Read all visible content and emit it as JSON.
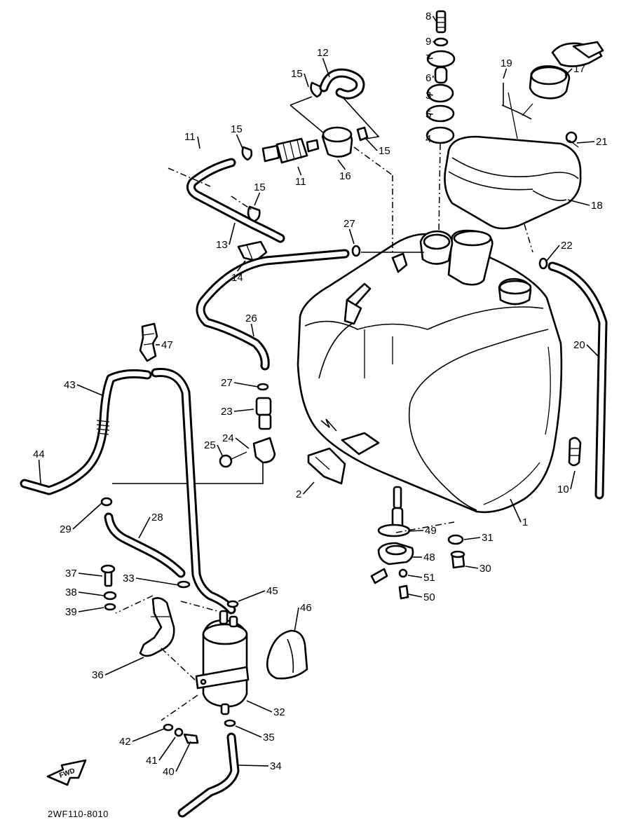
{
  "diagram": {
    "drawing_code": "2WF110-8010",
    "front_arrow_label": "FWD",
    "callouts": [
      {
        "id": "c8",
        "label": "8"
      },
      {
        "id": "c9",
        "label": "9"
      },
      {
        "id": "c7",
        "label": "7"
      },
      {
        "id": "c6",
        "label": "6"
      },
      {
        "id": "c3",
        "label": "3"
      },
      {
        "id": "c5",
        "label": "5"
      },
      {
        "id": "c4",
        "label": "4"
      },
      {
        "id": "c19",
        "label": "19"
      },
      {
        "id": "c17",
        "label": "17"
      },
      {
        "id": "c21",
        "label": "21"
      },
      {
        "id": "c18",
        "label": "18"
      },
      {
        "id": "c12",
        "label": "12"
      },
      {
        "id": "c15a",
        "label": "15"
      },
      {
        "id": "c15b",
        "label": "15"
      },
      {
        "id": "c15c",
        "label": "15"
      },
      {
        "id": "c15d",
        "label": "15"
      },
      {
        "id": "c11a",
        "label": "11"
      },
      {
        "id": "c11b",
        "label": "11"
      },
      {
        "id": "c16",
        "label": "16"
      },
      {
        "id": "c13",
        "label": "13"
      },
      {
        "id": "c14",
        "label": "14"
      },
      {
        "id": "c27a",
        "label": "27"
      },
      {
        "id": "c22",
        "label": "22"
      },
      {
        "id": "c26",
        "label": "26"
      },
      {
        "id": "c20",
        "label": "20"
      },
      {
        "id": "c47",
        "label": "47"
      },
      {
        "id": "c43",
        "label": "43"
      },
      {
        "id": "c27b",
        "label": "27"
      },
      {
        "id": "c23",
        "label": "23"
      },
      {
        "id": "c24",
        "label": "24"
      },
      {
        "id": "c25",
        "label": "25"
      },
      {
        "id": "c44",
        "label": "44"
      },
      {
        "id": "c2",
        "label": "2"
      },
      {
        "id": "c10",
        "label": "10"
      },
      {
        "id": "c1",
        "label": "1"
      },
      {
        "id": "c29",
        "label": "29"
      },
      {
        "id": "c28",
        "label": "28"
      },
      {
        "id": "c49",
        "label": "49"
      },
      {
        "id": "c31",
        "label": "31"
      },
      {
        "id": "c48",
        "label": "48"
      },
      {
        "id": "c30",
        "label": "30"
      },
      {
        "id": "c37",
        "label": "37"
      },
      {
        "id": "c33",
        "label": "33"
      },
      {
        "id": "c38",
        "label": "38"
      },
      {
        "id": "c51",
        "label": "51"
      },
      {
        "id": "c50",
        "label": "50"
      },
      {
        "id": "c45",
        "label": "45"
      },
      {
        "id": "c39",
        "label": "39"
      },
      {
        "id": "c46",
        "label": "46"
      },
      {
        "id": "c36",
        "label": "36"
      },
      {
        "id": "c32",
        "label": "32"
      },
      {
        "id": "c42",
        "label": "42"
      },
      {
        "id": "c35",
        "label": "35"
      },
      {
        "id": "c41",
        "label": "41"
      },
      {
        "id": "c40",
        "label": "40"
      },
      {
        "id": "c34",
        "label": "34"
      }
    ]
  }
}
